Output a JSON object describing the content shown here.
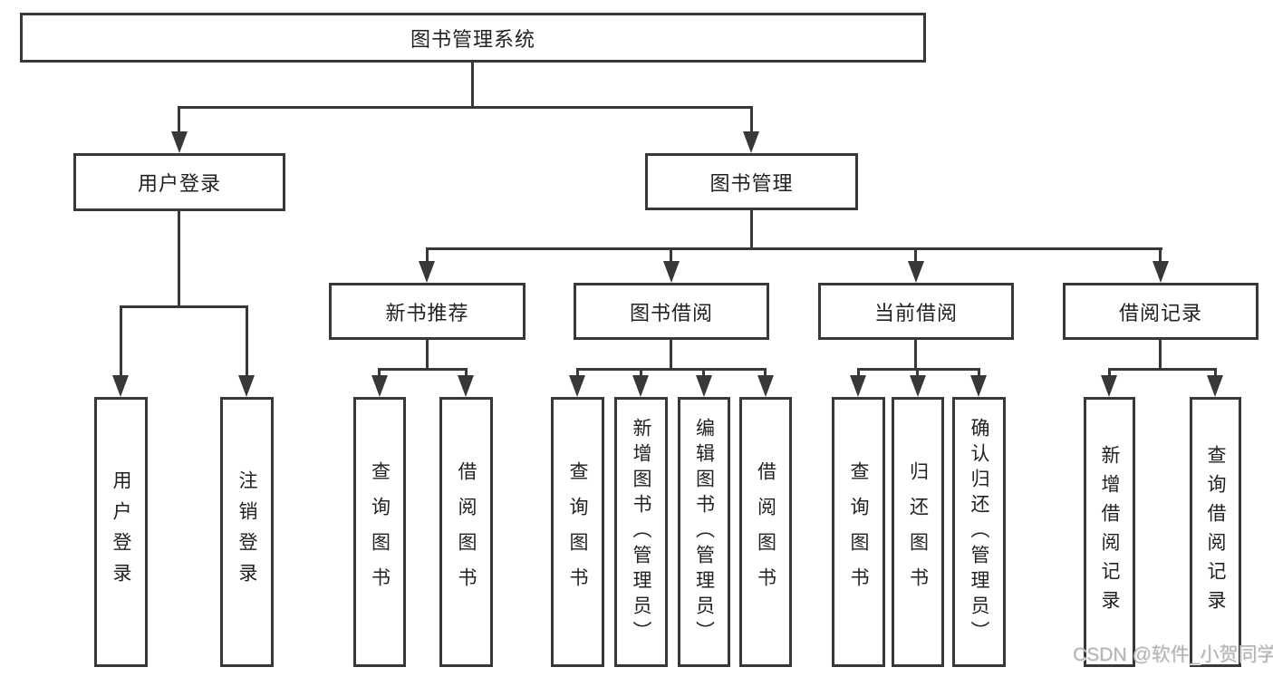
{
  "tree": {
    "root": "图书管理系统",
    "level2": [
      "用户登录",
      "图书管理"
    ],
    "level3": [
      "新书推荐",
      "图书借阅",
      "当前借阅",
      "借阅记录"
    ],
    "leaves": {
      "user_login": [
        "用户登录",
        "注销登录"
      ],
      "new_book": [
        "查询图书",
        "借阅图书"
      ],
      "book_borrow": [
        "查询图书",
        "新增图书（管理员）",
        "编辑图书（管理员）",
        "借阅图书"
      ],
      "current_borrow": [
        "查询图书",
        "归还图书",
        "确认归还（管理员）"
      ],
      "borrow_records": [
        "新增借阅记录",
        "查询借阅记录"
      ]
    }
  },
  "watermark": "CSDN @软件_小贺同学",
  "colors": {
    "line": "#383838",
    "text": "#222222",
    "background": "#ffffff",
    "watermark_text": "#b3b3b3"
  }
}
